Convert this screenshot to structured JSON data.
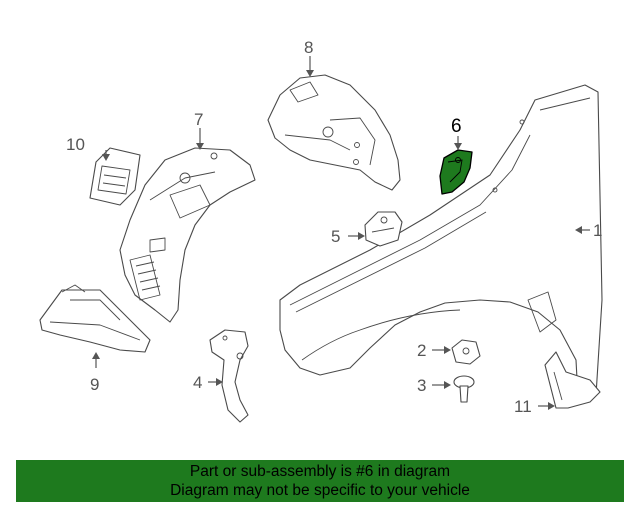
{
  "highlight_color": "#1e7a1e",
  "callouts": {
    "c1": "1",
    "c2": "2",
    "c3": "3",
    "c4": "4",
    "c5": "5",
    "c6": "6",
    "c7": "7",
    "c8": "8",
    "c9": "9",
    "c10": "10",
    "c11": "11"
  },
  "banner": {
    "line1": "Part or sub-assembly is #6 in diagram",
    "line2": "Diagram may not be specific to your vehicle"
  }
}
